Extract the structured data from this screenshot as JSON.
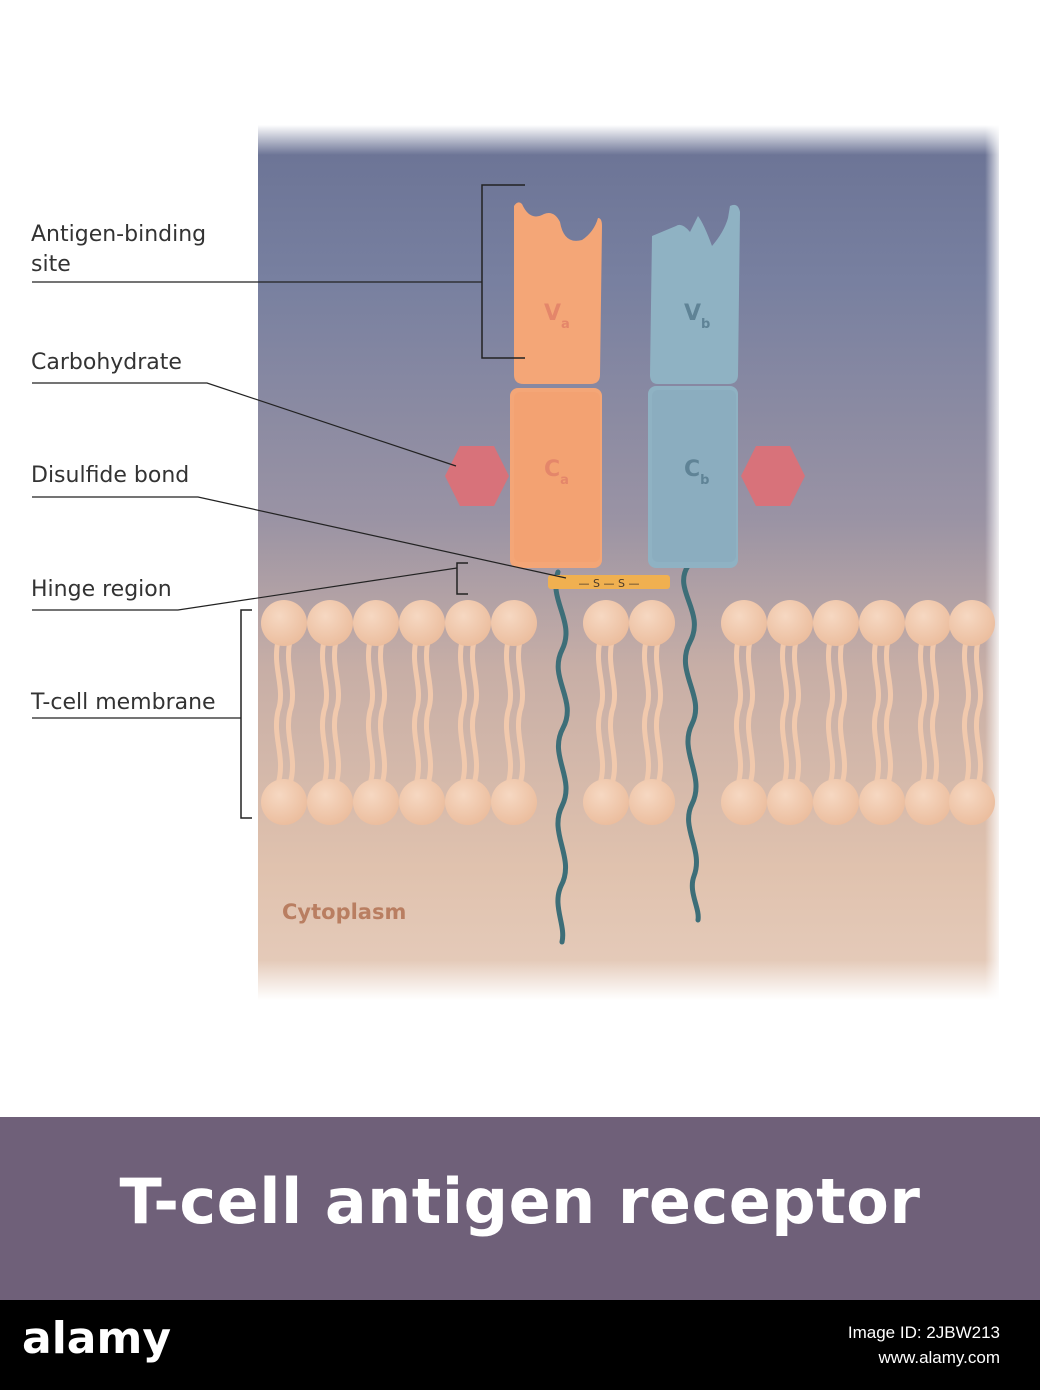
{
  "labels": {
    "antigen_binding_line1": "Antigen-binding",
    "antigen_binding_line2": "site",
    "carbohydrate": "Carbohydrate",
    "disulfide_bond": "Disulfide bond",
    "hinge_region": "Hinge region",
    "membrane": "T-cell membrane",
    "cytoplasm": "Cytoplasm"
  },
  "domains": {
    "v_alpha": {
      "main": "V",
      "sub": "a"
    },
    "v_beta": {
      "main": "V",
      "sub": "b"
    },
    "c_alpha": {
      "main": "C",
      "sub": "a"
    },
    "c_beta": {
      "main": "C",
      "sub": "b"
    }
  },
  "bond": "— S — S —",
  "title": "T-cell antigen receptor",
  "footer": {
    "brand": "alamy",
    "image_id": "Image ID: 2JBW213",
    "site": "www.alamy.com"
  },
  "colors": {
    "alpha_chain": "#f4a677",
    "beta_chain": "#8fb2c3",
    "carbohydrate": "#d8727a",
    "lipid_head": "#f1c9ad",
    "tail_strand": "#3d6e78",
    "bond": "#f0b050",
    "title_band": "#6f6079"
  }
}
